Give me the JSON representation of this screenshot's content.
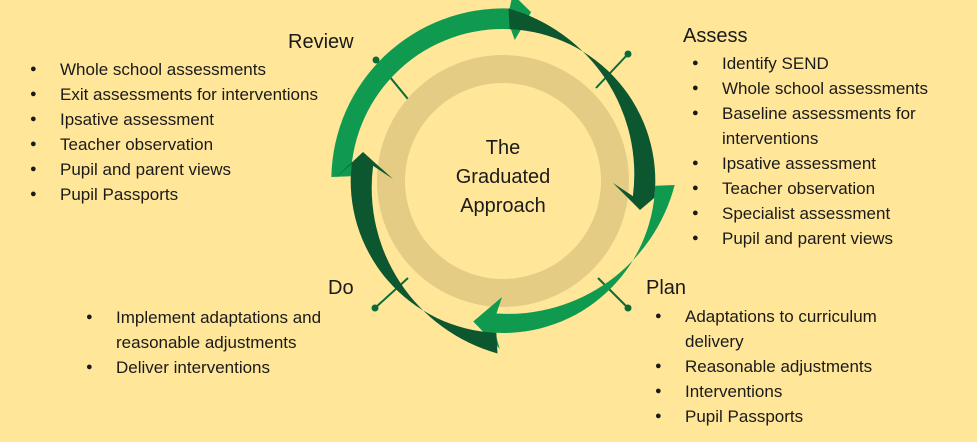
{
  "diagram": {
    "center_lines": [
      "The",
      "Graduated",
      "Approach"
    ],
    "colors": {
      "background": "#ffe699",
      "ring_inner": "#e4cc85",
      "circle_center": "#ffe699",
      "green_light": "#109a50",
      "green_dark": "#0c5630",
      "connector": "#0c6a36"
    },
    "stages": {
      "review": {
        "title": "Review",
        "items": [
          "Whole school assessments",
          "Exit assessments for interventions",
          "Ipsative assessment",
          "Teacher observation",
          "Pupil and parent views",
          "Pupil Passports"
        ]
      },
      "assess": {
        "title": "Assess",
        "items": [
          "Identify SEND",
          "Whole school assessments",
          "Baseline assessments for interventions",
          "Ipsative assessment",
          "Teacher observation",
          "Specialist assessment",
          "Pupil and parent views"
        ]
      },
      "do": {
        "title": "Do",
        "items": [
          "Implement adaptations and reasonable adjustments",
          "Deliver interventions"
        ]
      },
      "plan": {
        "title": "Plan",
        "items": [
          "Adaptations to curriculum delivery",
          "Reasonable adjustments",
          "Interventions",
          "Pupil Passports"
        ]
      }
    }
  }
}
